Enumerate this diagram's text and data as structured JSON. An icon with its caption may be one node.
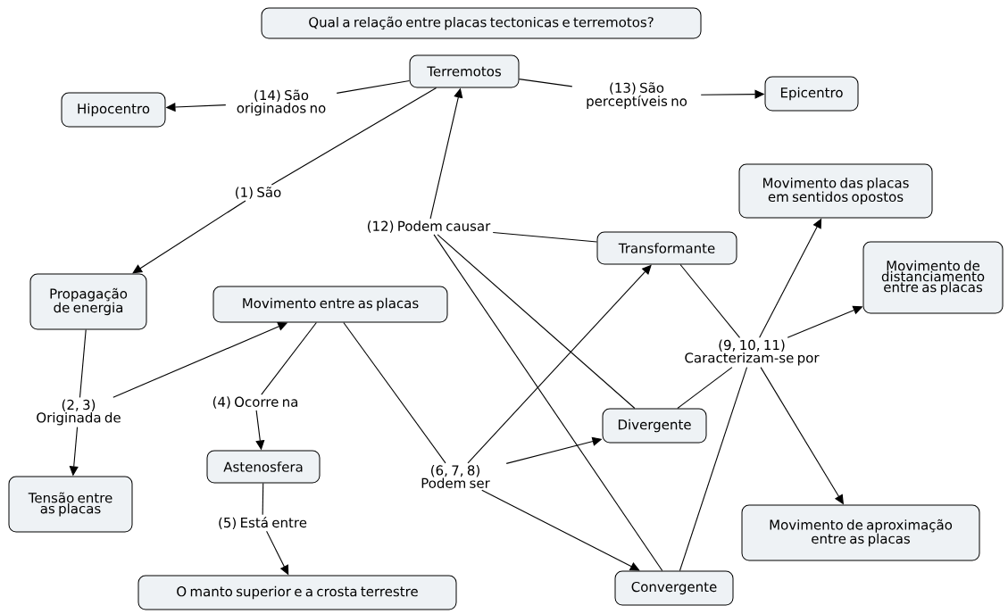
{
  "diagram": {
    "nodes": [
      {
        "text": [
          "Qual a relação entre placas tectonicas e terremotos?"
        ]
      },
      {
        "text": [
          "Terremotos"
        ]
      },
      {
        "text": [
          "Hipocentro"
        ]
      },
      {
        "text": [
          "Epicentro"
        ]
      },
      {
        "text": [
          "(14) São originados no"
        ]
      },
      {
        "text": [
          "(13) São perceptíveis no"
        ]
      },
      {
        "text": [
          "(1) São"
        ]
      },
      {
        "text": [
          "Propagação de energia"
        ]
      },
      {
        "text": [
          "(12) Podem causar"
        ]
      },
      {
        "text": [
          "Transformante"
        ]
      },
      {
        "text": [
          "Movimento das placas em sentidos opostos"
        ]
      },
      {
        "text": [
          "Movimento de distanciamento entre as placas"
        ]
      },
      {
        "text": [
          "Movimento entre as placas"
        ]
      },
      {
        "text": [
          "(2, 3) Originada de"
        ]
      },
      {
        "text": [
          "(4) Ocorre na"
        ]
      },
      {
        "text": [
          "Tensão entre as placas"
        ]
      },
      {
        "text": [
          "Astenosfera"
        ]
      },
      {
        "text": [
          "(5) Está entre"
        ]
      },
      {
        "text": [
          "O manto superior e a crosta terrestre"
        ]
      },
      {
        "text": [
          "(6, 7, 8) Podem ser"
        ]
      },
      {
        "text": [
          "Divergente"
        ]
      },
      {
        "text": [
          "(9, 10, 11) Caracterizam-se por"
        ]
      },
      {
        "text": [
          "Movimento de aproximação entre as placas"
        ]
      },
      {
        "text": [
          "Convergente"
        ]
      }
    ],
    "edges": [
      {
        "from": 1,
        "to": 4,
        "arrow": "none"
      },
      {
        "from": 4,
        "to": 2,
        "arrow": "to"
      },
      {
        "from": 1,
        "to": 5,
        "arrow": "none"
      },
      {
        "from": 5,
        "to": 3,
        "arrow": "to"
      },
      {
        "from": 1,
        "to": 6,
        "arrow": "none"
      },
      {
        "from": 6,
        "to": 7,
        "arrow": "to"
      },
      {
        "from": 8,
        "to": 1,
        "arrow": "to"
      },
      {
        "from": 9,
        "to": 8,
        "arrow": "none"
      },
      {
        "from": 20,
        "to": 8,
        "arrow": "none"
      },
      {
        "from": 23,
        "to": 8,
        "arrow": "none"
      },
      {
        "from": 7,
        "to": 13,
        "arrow": "none"
      },
      {
        "from": 13,
        "to": 12,
        "arrow": "to"
      },
      {
        "from": 13,
        "to": 15,
        "arrow": "to"
      },
      {
        "from": 12,
        "to": 14,
        "arrow": "none"
      },
      {
        "from": 14,
        "to": 16,
        "arrow": "to"
      },
      {
        "from": 16,
        "to": 17,
        "arrow": "none"
      },
      {
        "from": 17,
        "to": 18,
        "arrow": "to"
      },
      {
        "from": 12,
        "to": 19,
        "arrow": "none"
      },
      {
        "from": 19,
        "to": 9,
        "arrow": "to"
      },
      {
        "from": 19,
        "to": 20,
        "arrow": "to"
      },
      {
        "from": 19,
        "to": 23,
        "arrow": "to"
      },
      {
        "from": 9,
        "to": 21,
        "arrow": "none"
      },
      {
        "from": 20,
        "to": 21,
        "arrow": "none"
      },
      {
        "from": 23,
        "to": 21,
        "arrow": "none"
      },
      {
        "from": 21,
        "to": 10,
        "arrow": "to"
      },
      {
        "from": 21,
        "to": 11,
        "arrow": "to"
      },
      {
        "from": 21,
        "to": 22,
        "arrow": "to"
      }
    ]
  }
}
